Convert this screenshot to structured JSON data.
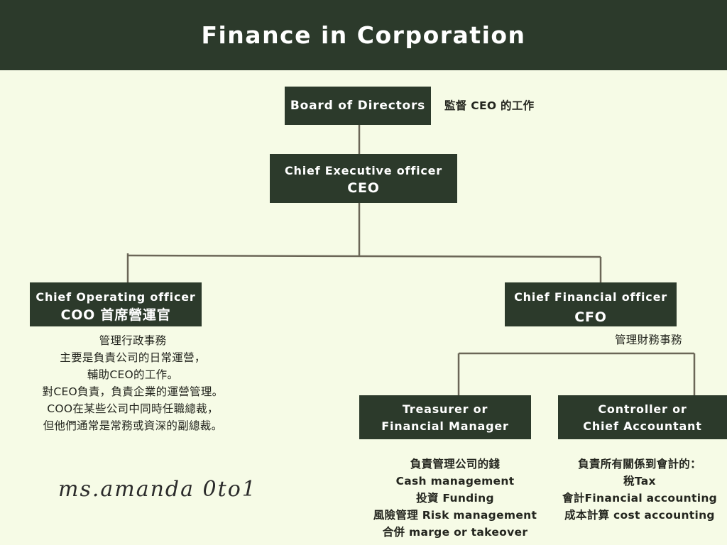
{
  "header": {
    "title": "Finance in Corporation"
  },
  "board": {
    "label": "Board of Directors",
    "note": "監督 CEO 的工作"
  },
  "ceo": {
    "line1": "Chief Executive officer",
    "line2": "CEO"
  },
  "coo": {
    "line1": "Chief Operating officer",
    "line2": "COO 首席營運官",
    "notes": [
      "管理行政事務",
      "主要是負責公司的日常運營，",
      "輔助CEO的工作。",
      "對CEO負責，負責企業的運營管理。",
      "COO在某些公司中同時任職總裁，",
      "但他們通常是常務或資深的副總裁。"
    ]
  },
  "cfo": {
    "line1": "Chief Financial officer",
    "line2": "CFO",
    "note": "管理財務事務"
  },
  "treasurer": {
    "line1": "Treasurer or",
    "line2": "Financial Manager",
    "notes": [
      "負責管理公司的錢",
      "Cash management",
      "投資 Funding",
      "風險管理 Risk management",
      "合併 marge or takeover"
    ]
  },
  "controller": {
    "line1": "Controller or",
    "line2": "Chief Accountant",
    "notes": [
      "負責所有關係到會計的：",
      "稅Tax",
      "會計Financial accounting",
      "成本計算 cost accounting"
    ]
  },
  "signature": "ms.amanda 0to1",
  "colors": {
    "dark_green": "#2c3a2b",
    "background": "#f6fbe6",
    "connector": "#6b6657"
  }
}
